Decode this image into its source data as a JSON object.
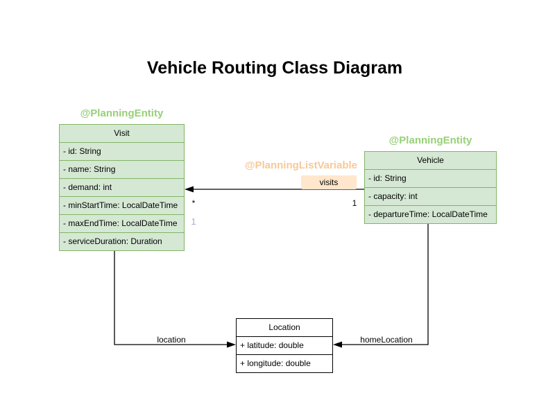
{
  "title": "Vehicle Routing Class Diagram",
  "classes": {
    "visit": {
      "annotation": "@PlanningEntity",
      "name": "Visit",
      "attributes": [
        "- id: String",
        "- name: String",
        "- demand: int",
        "- minStartTime: LocalDateTime",
        "- maxEndTime: LocalDateTime",
        "- serviceDuration: Duration"
      ]
    },
    "vehicle": {
      "annotation": "@PlanningEntity",
      "name": "Vehicle",
      "attributes": [
        "- id: String",
        "- capacity: int",
        "- departureTime: LocalDateTime"
      ]
    },
    "location": {
      "name": "Location",
      "attributes": [
        "+ latitude: double",
        "+ longitude: double"
      ]
    }
  },
  "associations": {
    "visits": {
      "annotation": "@PlanningListVariable",
      "label": "visits",
      "target_multiplicity": "*",
      "source_multiplicity": "1",
      "list_index_marker": "1"
    },
    "location": {
      "label": "location"
    },
    "home_location": {
      "label": "homeLocation"
    }
  },
  "colors": {
    "entity_fill": "#d5e8d4",
    "entity_border": "#82b366",
    "entity_annotation_text": "#97d077",
    "list_variable_text": "#f8c896",
    "visits_label_bg": "#ffe6cc",
    "plain_fill": "#ffffff",
    "plain_border": "#000000",
    "lavender_multiplicity": "#b5a5d5",
    "line_color": "#000000"
  }
}
